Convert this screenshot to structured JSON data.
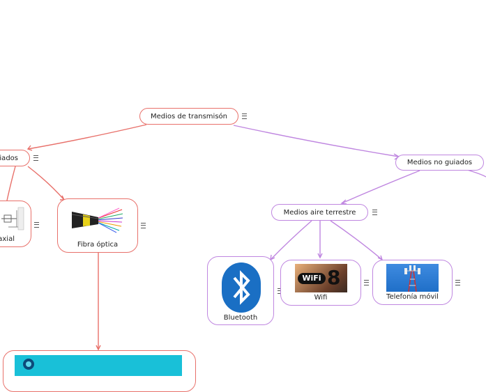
{
  "nodes": {
    "root": "Medios de transmisón",
    "guided": "iados",
    "unguided": "Medios no guiados",
    "air": "Medios aire terrestre",
    "coax": "axial",
    "fiber": "Fibra óptica",
    "bluetooth": "Bluetooth",
    "wifi": "Wifi",
    "mobile": "Telefonía móvil"
  },
  "images": {
    "wifi_logo_text": "WiFi",
    "wifi_digit": "8"
  },
  "colors": {
    "guided_branch": "#e8706a",
    "unguided_branch": "#bf86e0",
    "bluetooth_blue": "#1a6fc4",
    "mobile_sky": "#1f6fc8"
  },
  "icons": [
    "menu-icon",
    "bluetooth-icon",
    "fiber-cable-icon",
    "cell-tower-icon",
    "coaxial-cable-icon"
  ]
}
